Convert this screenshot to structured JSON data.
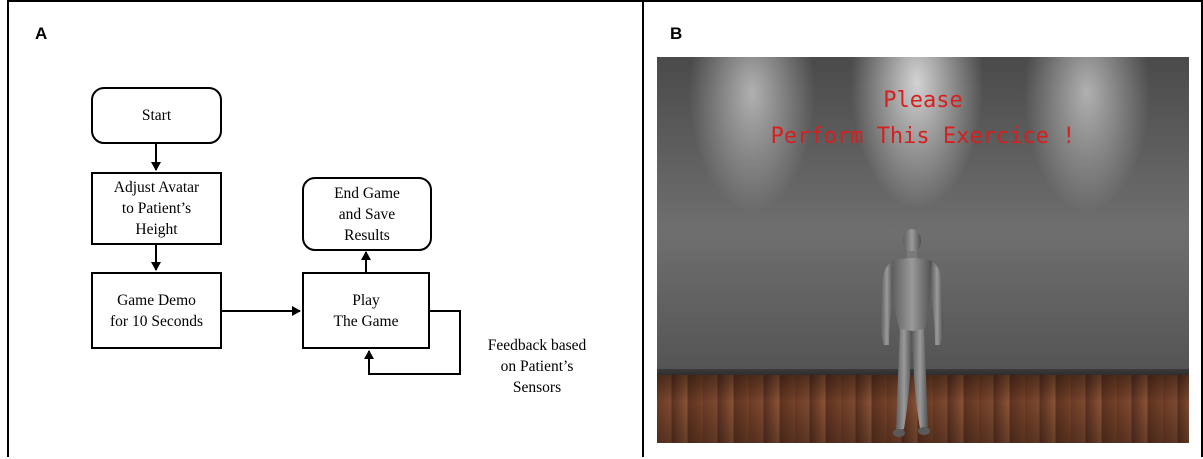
{
  "panel_a": {
    "label": "A",
    "nodes": {
      "start": "Start",
      "adjust": "Adjust Avatar\nto Patient’s\nHeight",
      "demo": "Game Demo\nfor 10 Seconds",
      "play": "Play\nThe Game",
      "end": "End Game\nand Save\nResults"
    },
    "feedback_label": "Feedback based\non Patient’s\nSensors"
  },
  "panel_b": {
    "label": "B",
    "message_line1": "Please",
    "message_line2": "Perform This Exercice !"
  },
  "colors": {
    "message": "#d61f1f",
    "avatar": "#8c8c8c"
  }
}
